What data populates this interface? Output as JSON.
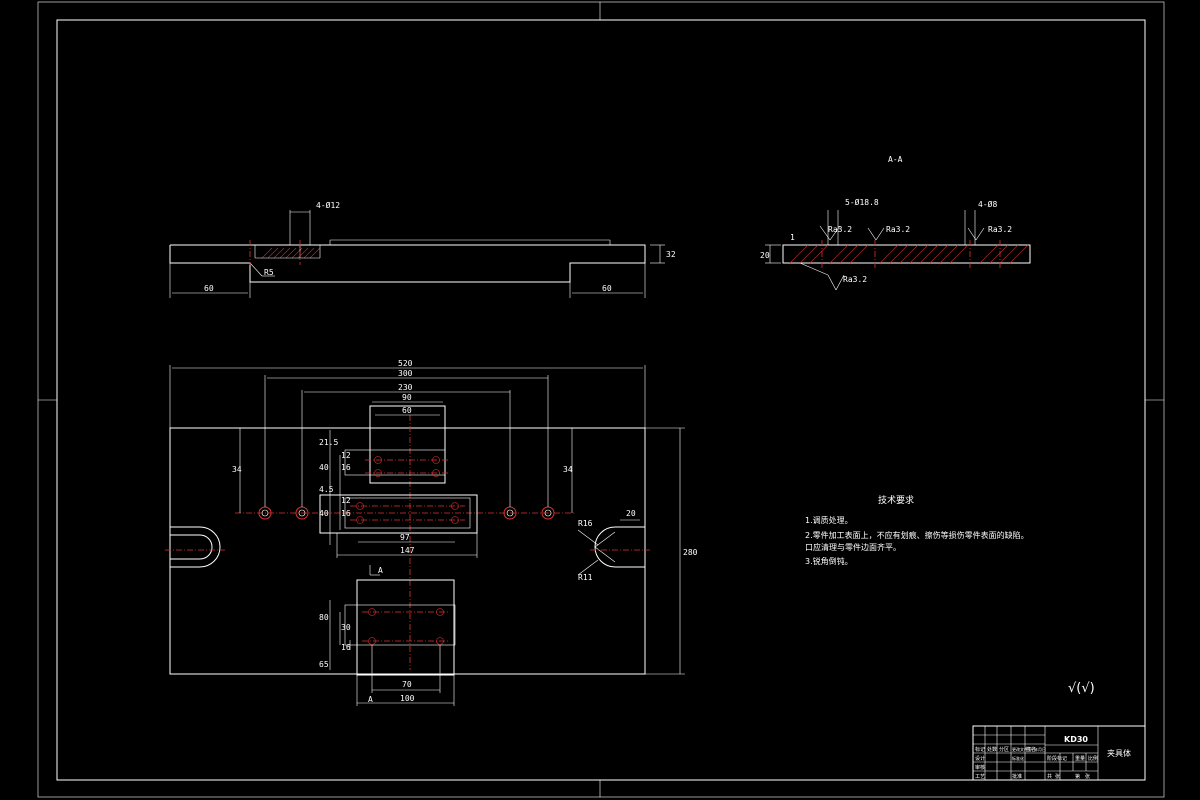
{
  "drawing": {
    "section_label": "A-A",
    "front_view": {
      "holes_note": "4-Ø12",
      "fillet_label": "R5",
      "dim_left": "60",
      "dim_right": "60",
      "dim_height": "32"
    },
    "section_view": {
      "hole_note_1": "5-Ø18.8",
      "hole_note_2": "4-Ø8",
      "small_note": "1",
      "rough_1": "Ra3.2",
      "rough_2": "Ra3.2",
      "rough_3": "Ra3.2",
      "rough_4": "Ra3.2",
      "dim_height": "20"
    },
    "plan_view": {
      "dim_overall_width": "520",
      "dim_300": "300",
      "dim_230": "230",
      "dim_top_90": "90",
      "dim_top_60": "60",
      "dim_left_34": "34",
      "dim_right_34": "34",
      "dim_21_5": "21.5",
      "dim_40a": "40",
      "dim_16a": "16",
      "dim_12a": "12",
      "dim_4_5": "4.5",
      "dim_40b": "40",
      "dim_16b": "16",
      "dim_12b": "12",
      "dim_97": "97",
      "dim_147": "147",
      "dim_280": "280",
      "dim_R16": "R16",
      "dim_R11": "R11",
      "dim_20": "20",
      "dim_80": "80",
      "dim_30": "30",
      "dim_16c": "16",
      "dim_65": "65",
      "dim_70": "70",
      "dim_100": "100",
      "section_mark_a1": "A",
      "section_mark_a2": "A"
    },
    "tech_requirements": {
      "title": "技术要求",
      "items": [
        "1.调质处理。",
        "2.零件加工表面上，不应有划痕、擦伤等损伤零件表面的缺陷。",
        "口应清理与零件边面齐平。",
        "3.锐角倒钝。"
      ]
    },
    "roughness_symbol": "√(√)",
    "title_block": {
      "drawing_number": "KD30",
      "part_name": "夹具体",
      "cells": [
        "标记",
        "处数",
        "分区",
        "更改文件号",
        "签名",
        "年月日",
        "设计",
        "标准化",
        "阶段标记",
        "重量",
        "比例",
        "审核",
        "工艺",
        "批准",
        "共",
        "张",
        "第",
        "张"
      ]
    }
  }
}
